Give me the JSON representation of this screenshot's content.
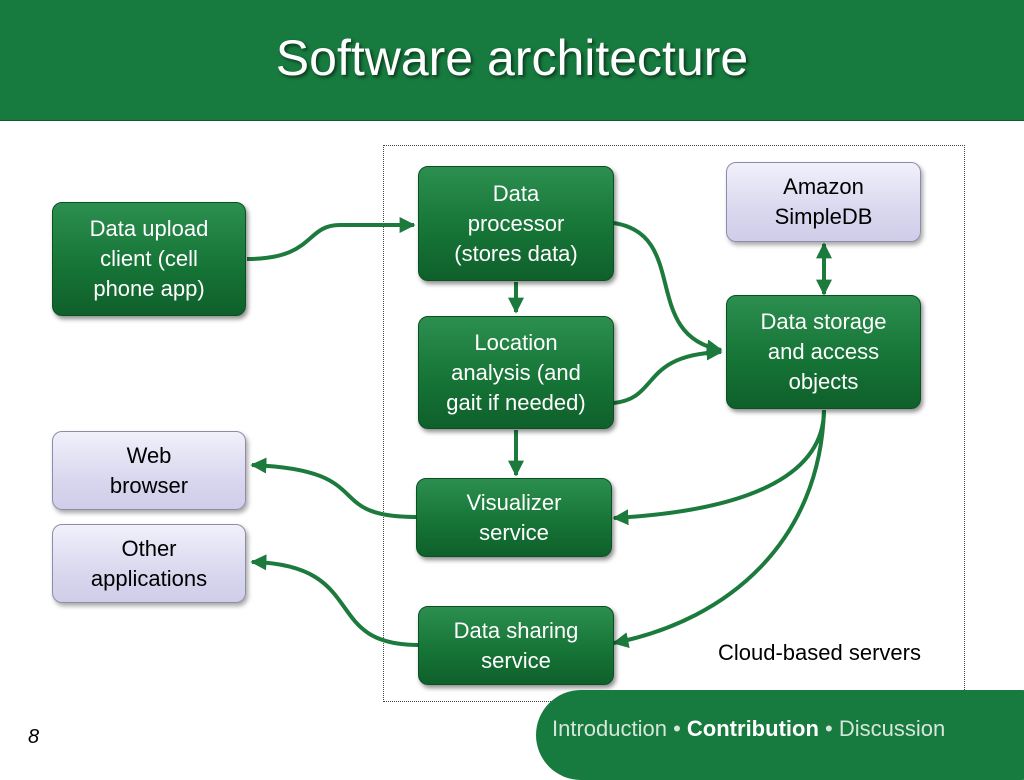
{
  "slide": {
    "title": "Software architecture",
    "page_number": "8"
  },
  "diagram": {
    "region_label": "Cloud-based servers",
    "nodes": {
      "upload_client": "Data upload\nclient (cell\nphone app)",
      "data_processor": "Data\nprocessor\n(stores data)",
      "amazon_simpledb": "Amazon\nSimpleDB",
      "location_analysis": "Location\nanalysis (and\ngait if needed)",
      "data_storage": "Data storage\nand access\nobjects",
      "web_browser": "Web\nbrowser",
      "visualizer": "Visualizer\nservice",
      "other_apps": "Other\napplications",
      "data_sharing": "Data sharing\nservice"
    }
  },
  "nav": {
    "item1": "Introduction",
    "sep": "•",
    "item2": "Contribution",
    "item3": "Discussion"
  },
  "colors": {
    "header": "#177a3e",
    "node_green": "#1a7a3b",
    "node_lavender": "#d9d8ef",
    "arrow": "#1b7a3c"
  }
}
